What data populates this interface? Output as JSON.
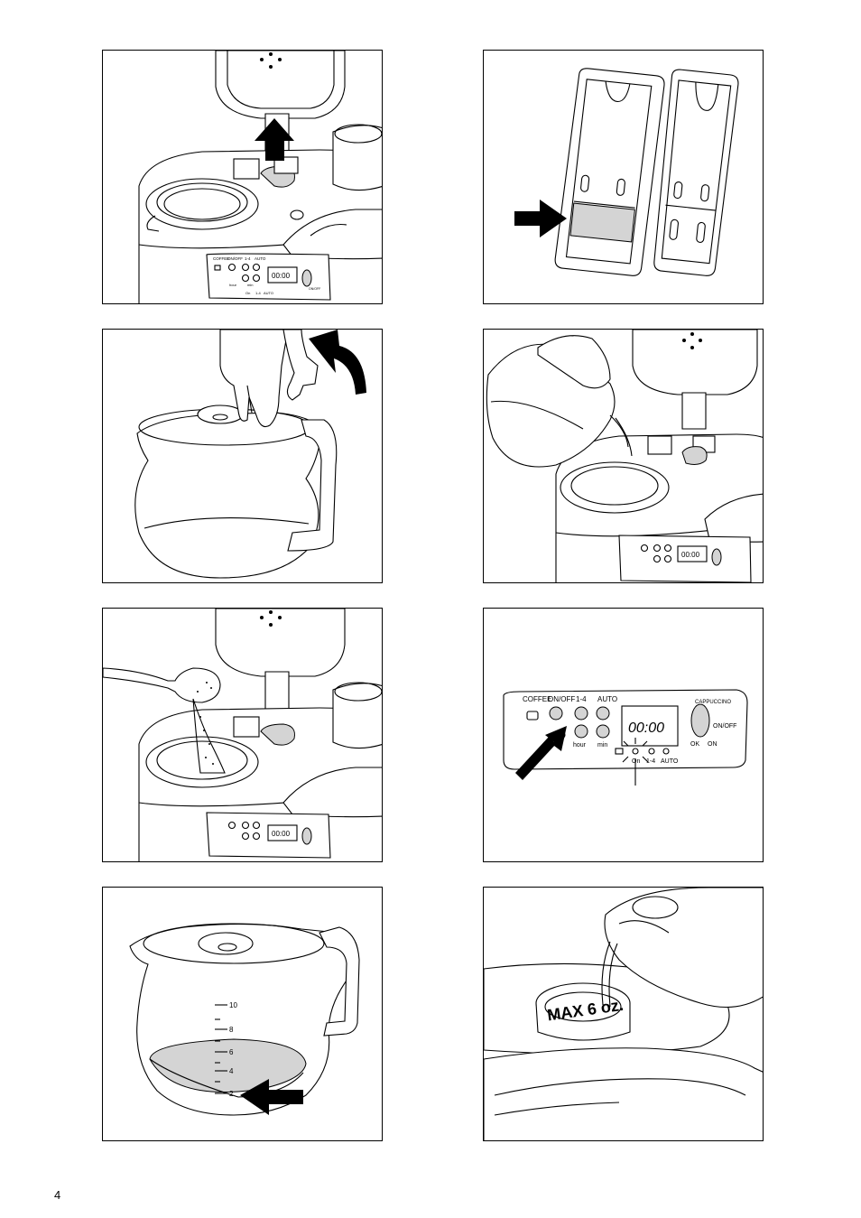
{
  "page": {
    "number": "4"
  },
  "figure1": {
    "panel_labels": [
      "COFFEE",
      "ON/OFF",
      "1-4",
      "AUTO",
      "hour",
      "min",
      "On",
      "1-4",
      "AUTO"
    ],
    "display": "00:00",
    "knob_label": "ON/OFF"
  },
  "figure6": {
    "labels": {
      "coffee": "COFFEE",
      "onoff": "ON/OFF",
      "one_four": "1-4",
      "auto": "AUTO",
      "hour": "hour",
      "min": "min",
      "display": "00:00",
      "cappuccino": "CAPPUCCINO",
      "knob_onoff": "ON/OFF",
      "ok": "OK",
      "on_right": "ON",
      "on_led": "On",
      "led_one_four": "1-4",
      "led_auto": "AUTO"
    }
  },
  "figure7": {
    "scale": [
      "10",
      "8",
      "6",
      "4",
      "2"
    ]
  },
  "figure8": {
    "max_label": "MAX 6 oz."
  },
  "icons": {
    "up_arrow": "arrow-up-icon",
    "right_arrow": "arrow-right-icon",
    "curved_arrow": "curved-arrow-icon",
    "diagonal_arrow": "arrow-diagonal-icon",
    "left_arrow": "arrow-left-icon"
  }
}
